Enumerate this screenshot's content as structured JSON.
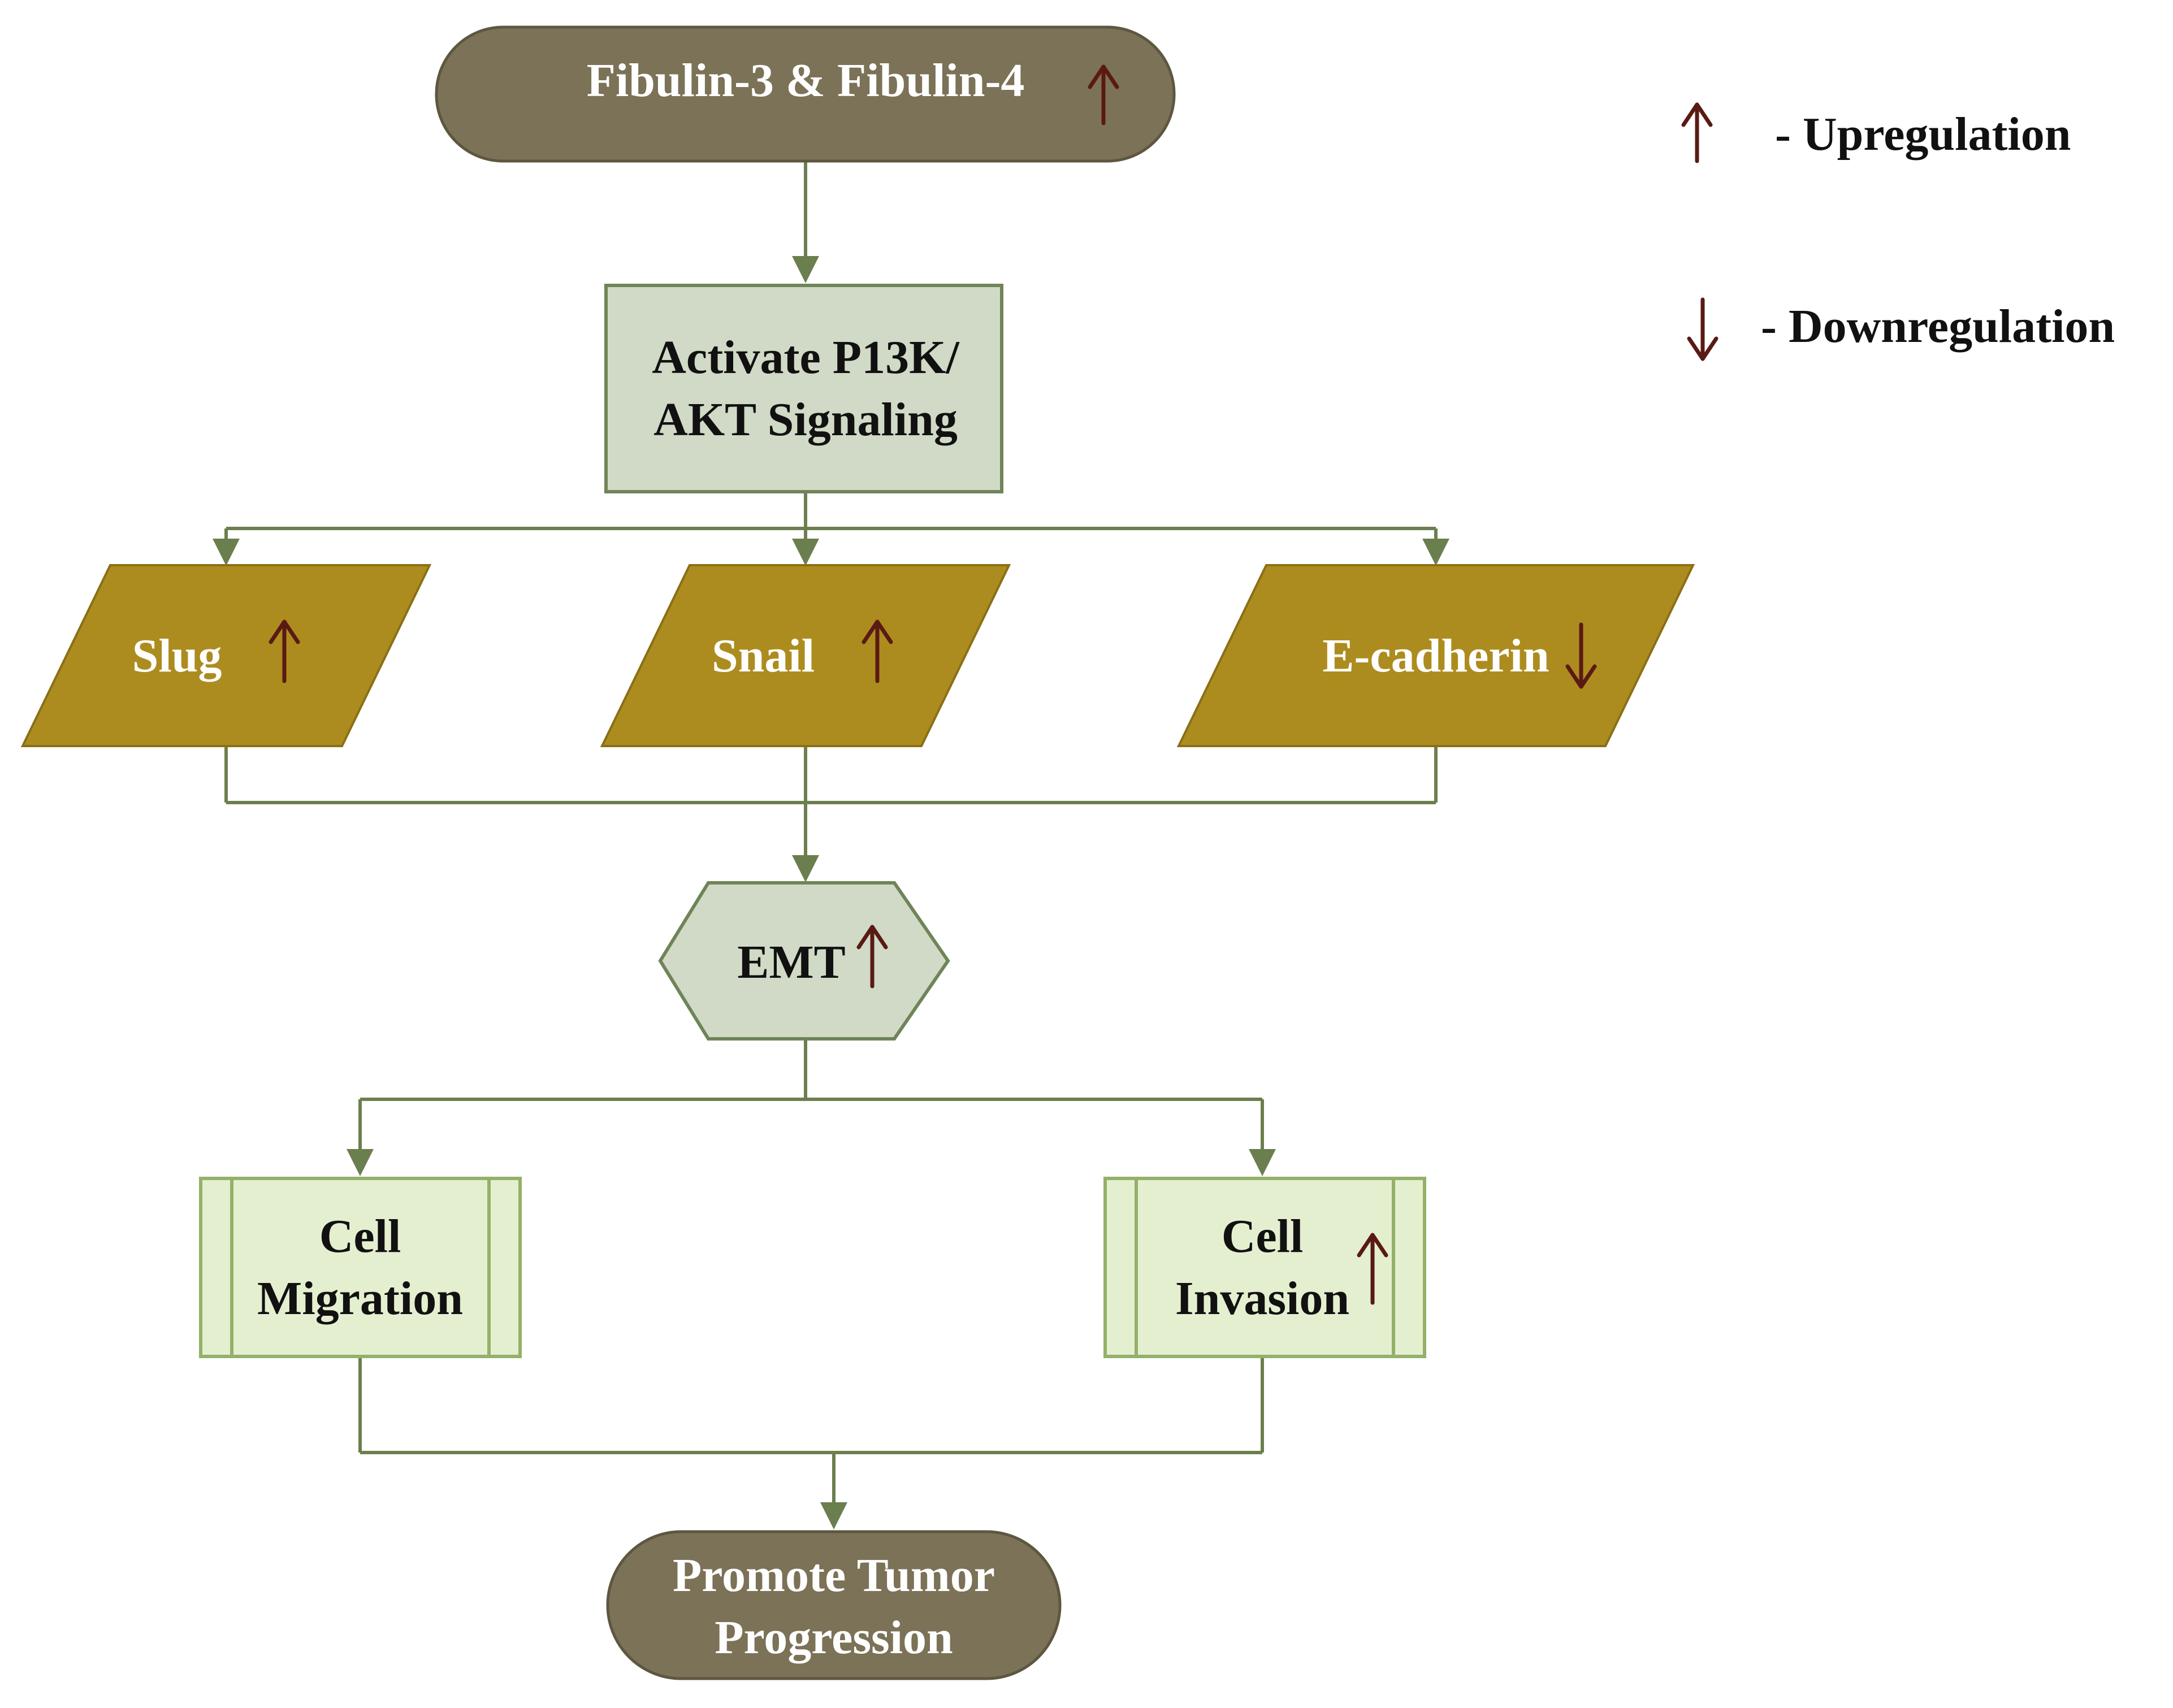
{
  "nodes": {
    "fibulin": {
      "label": "Fibulin-3 & Fibulin-4",
      "regulation": "up"
    },
    "pi3k": {
      "lines": [
        "Activate P13K/",
        "AKT Signaling"
      ]
    },
    "slug": {
      "label": "Slug",
      "regulation": "up"
    },
    "snail": {
      "label": "Snail",
      "regulation": "up"
    },
    "ecadherin": {
      "label": "E-cadherin",
      "regulation": "down"
    },
    "emt": {
      "label": "EMT",
      "regulation": "up"
    },
    "migration": {
      "lines": [
        "Cell",
        "Migration"
      ]
    },
    "invasion": {
      "lines": [
        "Cell",
        "Invasion"
      ],
      "regulation": "up"
    },
    "tumor": {
      "lines": [
        "Promote Tumor",
        "Progression"
      ]
    }
  },
  "legend": {
    "up": {
      "icon": "up-arrow-icon",
      "label": "- Upregulation"
    },
    "down": {
      "icon": "down-arrow-icon",
      "label": "- Downregulation"
    }
  },
  "colors": {
    "terminal_fill": "#7b7257",
    "terminal_stroke": "#5e5740",
    "process_fill": "#d0dac6",
    "process_stroke": "#6f8458",
    "data_fill": "#ad8c1f",
    "data_stroke": "#8a6f15",
    "subprocess_fill": "#e4efd0",
    "subprocess_stroke": "#93b169",
    "connector": "#6b7f4e",
    "arrow": "#5a1a14",
    "light_text": "#ffffff",
    "dark_text": "#111111"
  }
}
